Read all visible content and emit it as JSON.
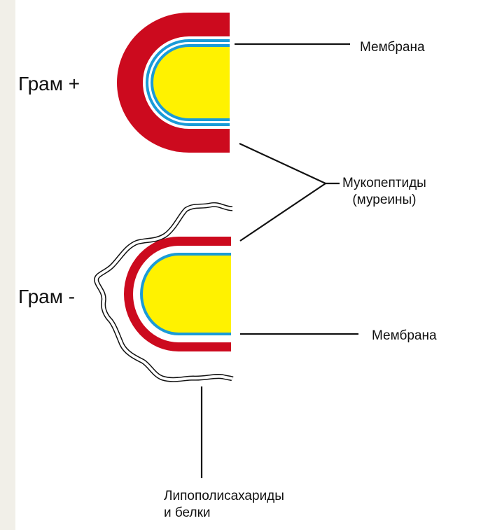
{
  "labels": {
    "gram_positive": "Грам +",
    "gram_negative": "Грам -",
    "membrane_top": "Мембрана",
    "mucopeptides_line1": "Мукопептиды",
    "mucopeptides_line2": "(муреины)",
    "membrane_bottom": "Мембрана",
    "lps_line1": "Липополисахариды",
    "lps_line2": "и белки"
  },
  "colors": {
    "cell_wall": "#cc0a1e",
    "membrane": "#1a9bd7",
    "cytoplasm": "#fff200",
    "background": "#f1efe8"
  }
}
